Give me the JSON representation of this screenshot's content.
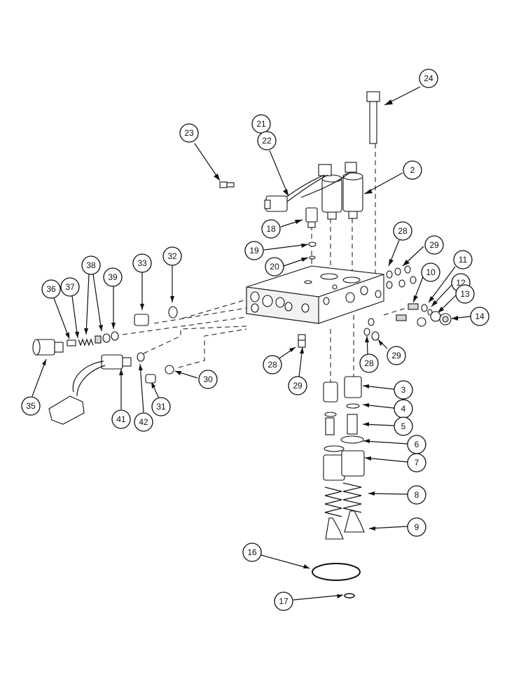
{
  "callouts": [
    {
      "n": "24"
    },
    {
      "n": "23"
    },
    {
      "n": "21"
    },
    {
      "n": "22"
    },
    {
      "n": "2"
    },
    {
      "n": "18"
    },
    {
      "n": "19"
    },
    {
      "n": "20"
    },
    {
      "n": "28"
    },
    {
      "n": "29"
    },
    {
      "n": "10"
    },
    {
      "n": "11"
    },
    {
      "n": "12"
    },
    {
      "n": "13"
    },
    {
      "n": "14"
    },
    {
      "n": "38"
    },
    {
      "n": "33"
    },
    {
      "n": "32"
    },
    {
      "n": "36"
    },
    {
      "n": "37"
    },
    {
      "n": "39"
    },
    {
      "n": "28"
    },
    {
      "n": "29"
    },
    {
      "n": "28"
    },
    {
      "n": "29"
    },
    {
      "n": "3"
    },
    {
      "n": "4"
    },
    {
      "n": "5"
    },
    {
      "n": "6"
    },
    {
      "n": "7"
    },
    {
      "n": "8"
    },
    {
      "n": "9"
    },
    {
      "n": "30"
    },
    {
      "n": "31"
    },
    {
      "n": "35"
    },
    {
      "n": "41"
    },
    {
      "n": "42"
    },
    {
      "n": "16"
    },
    {
      "n": "17"
    }
  ]
}
